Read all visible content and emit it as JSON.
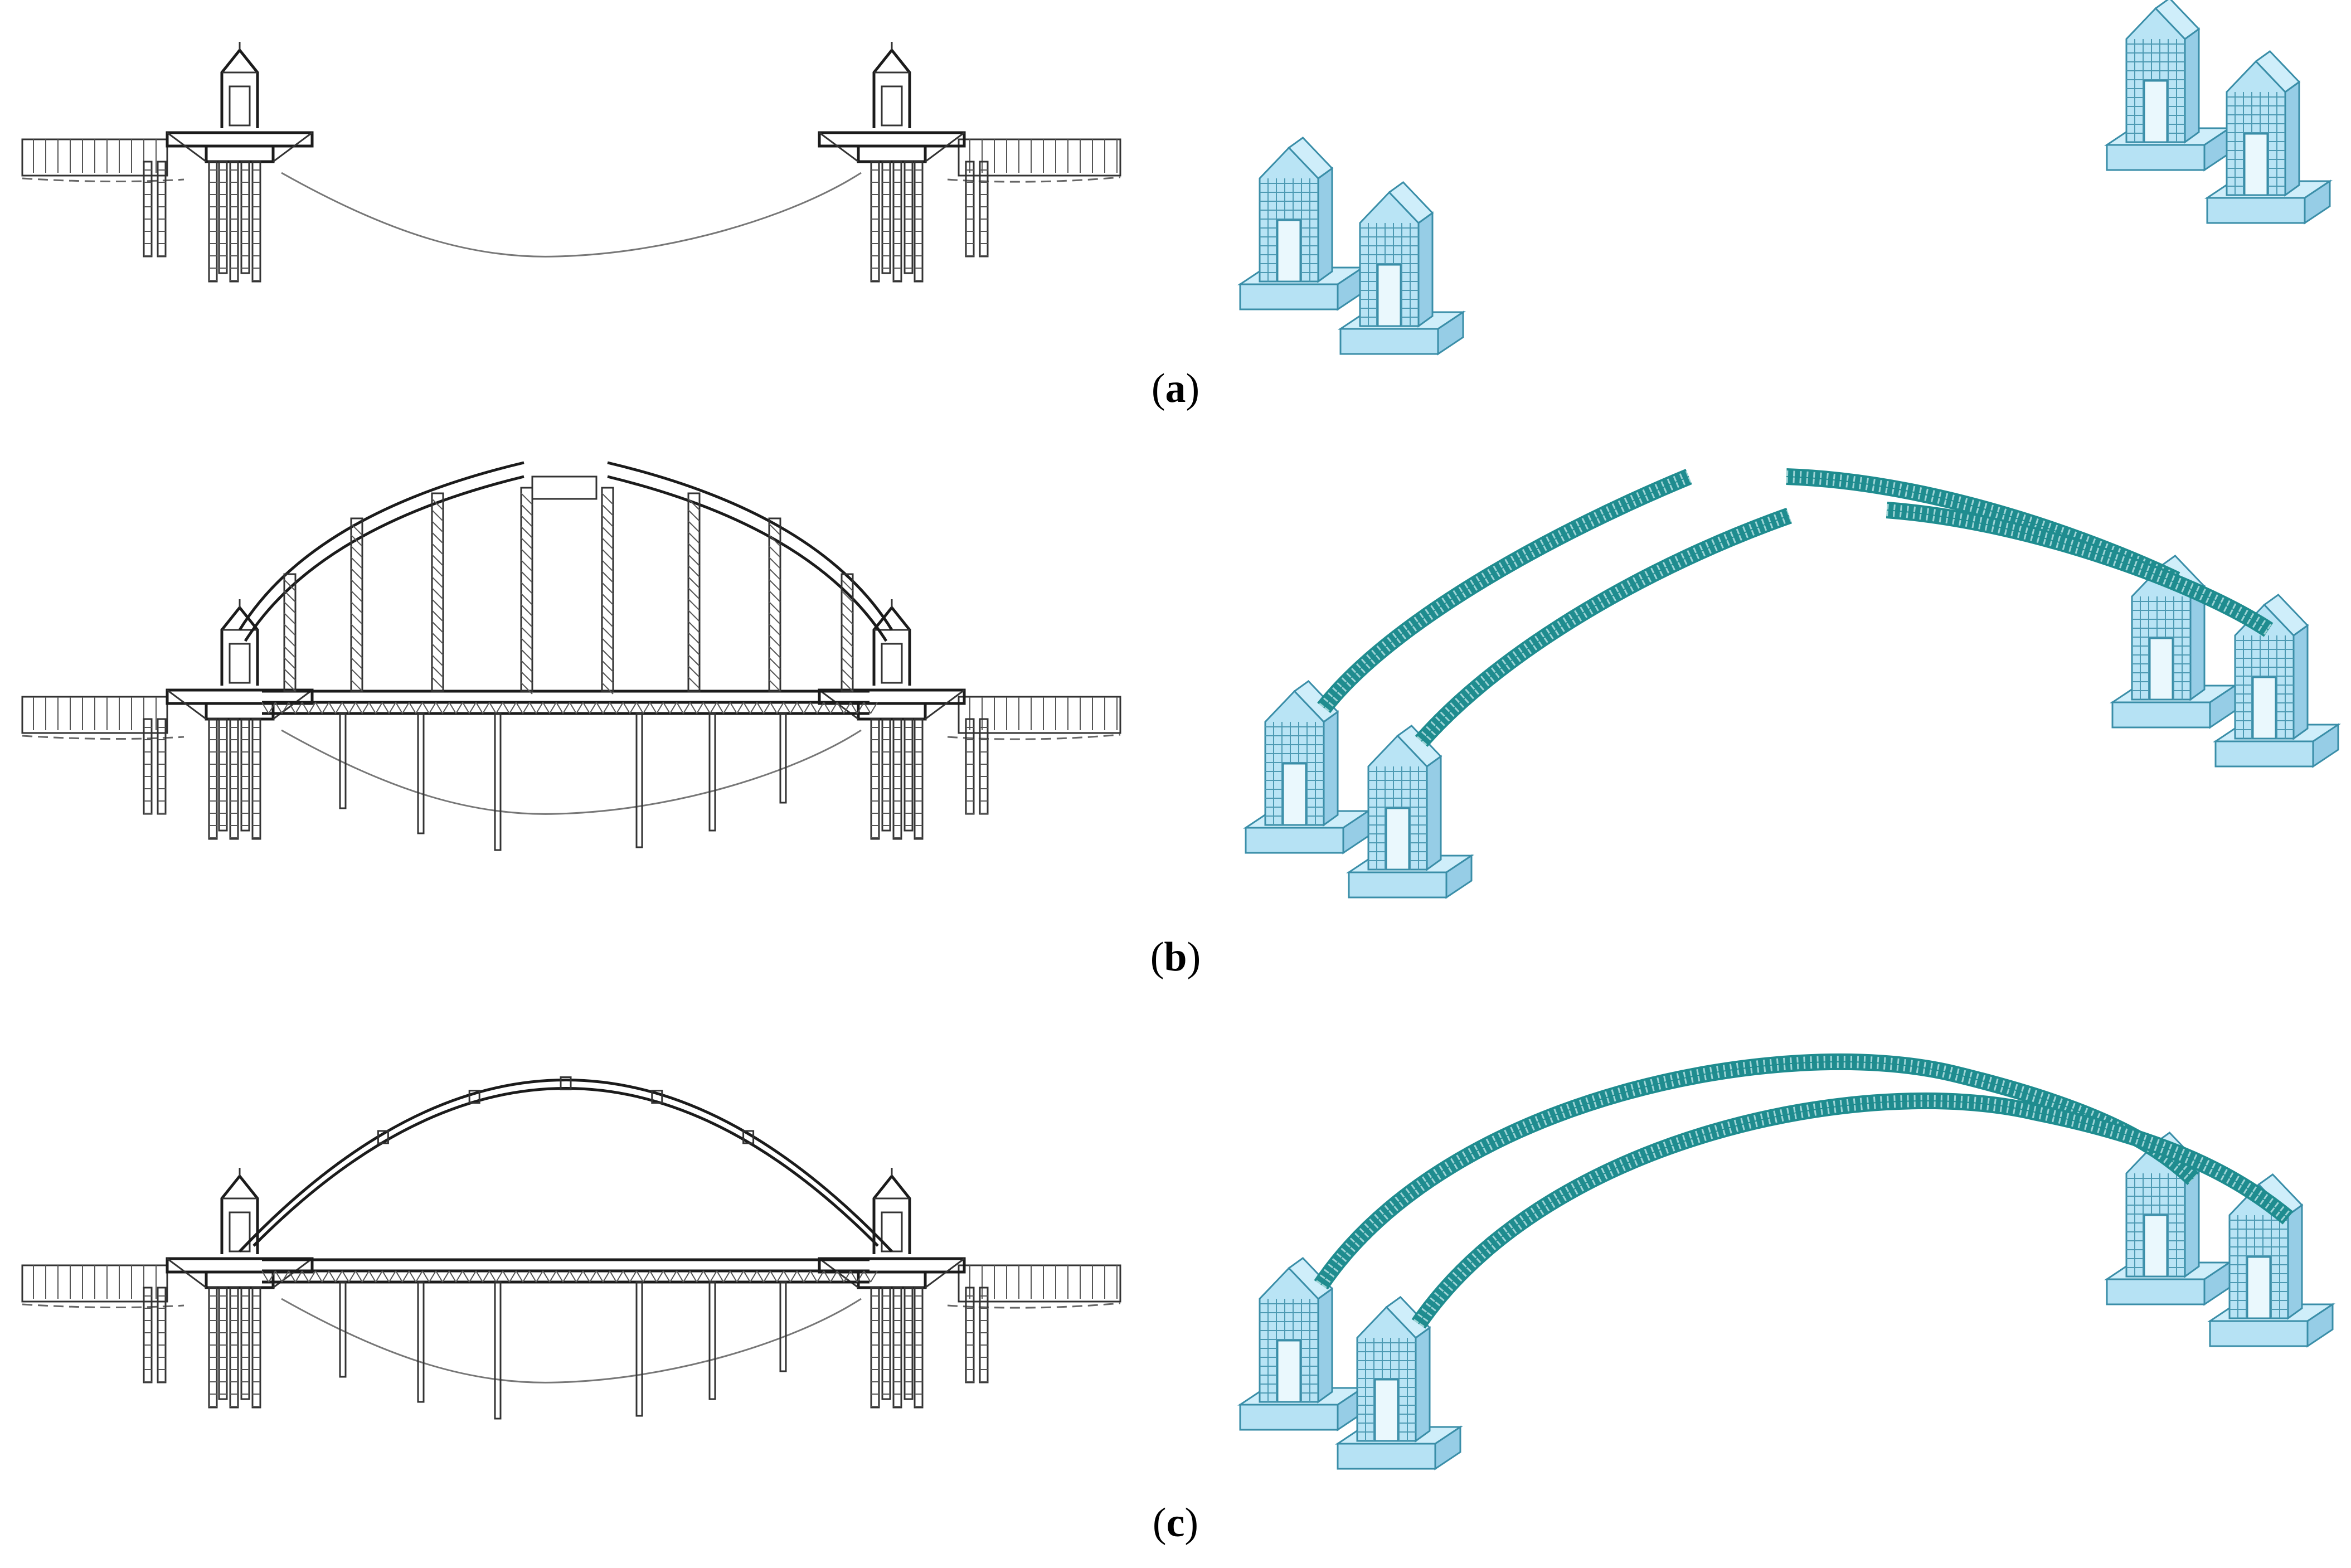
{
  "figure": {
    "panels": [
      {
        "id": "a",
        "label": "a",
        "stage": "piers",
        "arch_state": "none"
      },
      {
        "id": "b",
        "label": "b",
        "stage": "arch-segments",
        "arch_state": "segments"
      },
      {
        "id": "c",
        "label": "c",
        "stage": "closed-arch",
        "arch_state": "closed"
      }
    ]
  },
  "colors": {
    "drawing_line": "#1b1b1b",
    "pier_fill": "#b6e2f4",
    "pier_edge": "#3a8ea8",
    "arch_rib": "#1f8c8f"
  }
}
